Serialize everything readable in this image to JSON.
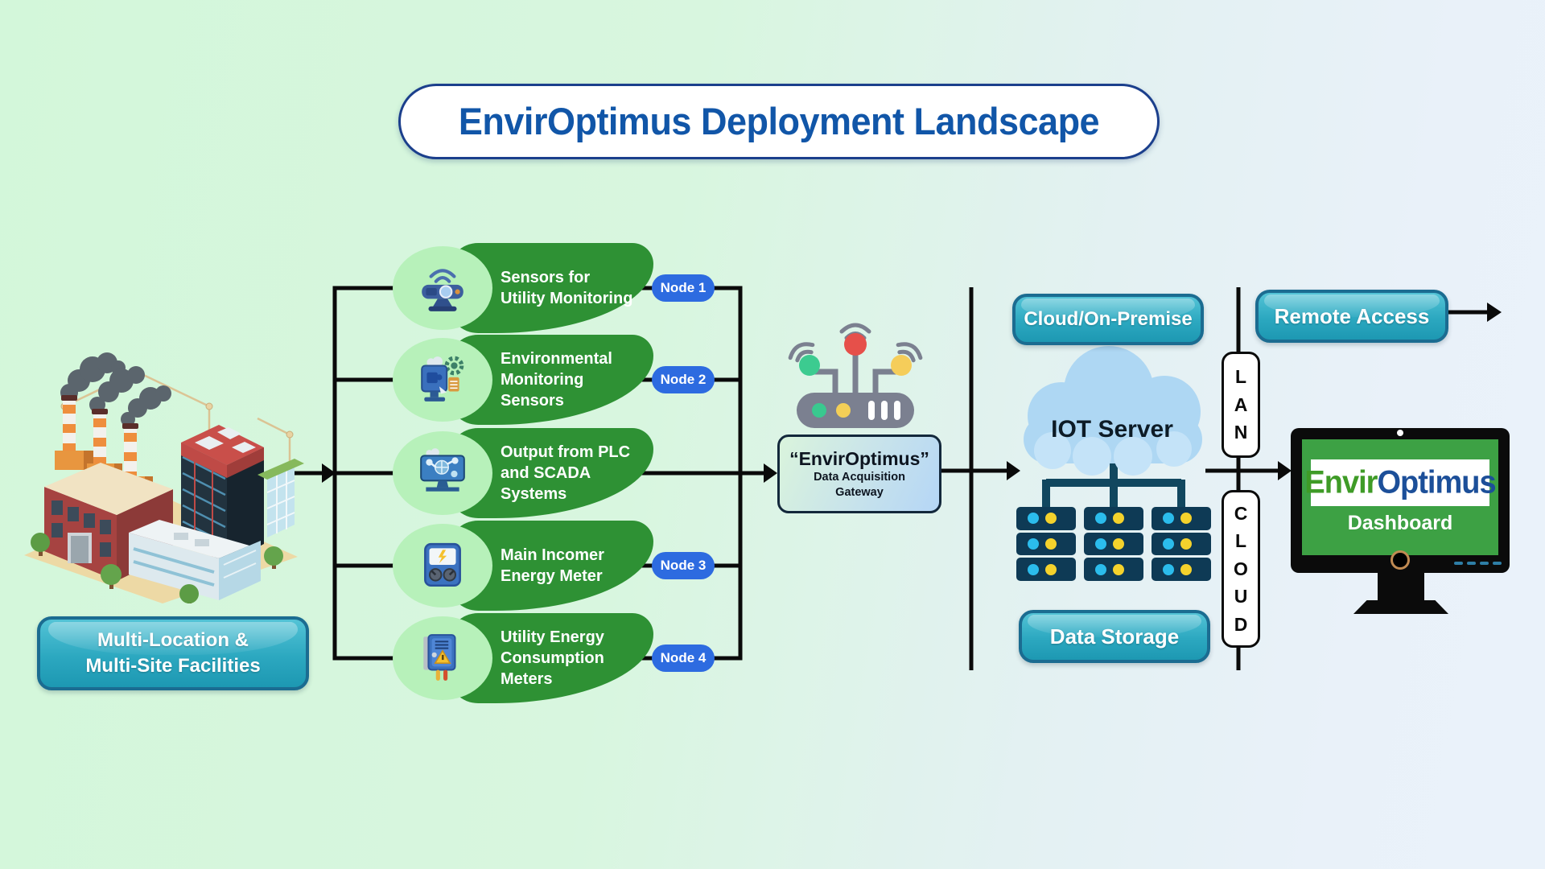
{
  "title": "EnvirOptimus Deployment Landscape",
  "facilities": {
    "label": "Multi-Location &\nMulti-Site Facilities"
  },
  "nodes": [
    {
      "text": "Sensors for\nUtility Monitoring",
      "badge": "Node 1",
      "icon": "camera-sensor-icon"
    },
    {
      "text": "Environmental\nMonitoring\nSensors",
      "badge": "Node 2",
      "icon": "environment-sensor-icon"
    },
    {
      "text": "Output from PLC\nand SCADA\nSystems",
      "icon": "plc-scada-icon"
    },
    {
      "text": "Main Incomer\nEnergy Meter",
      "badge": "Node 3",
      "icon": "energy-meter-icon"
    },
    {
      "text": "Utility Energy\nConsumption\nMeters",
      "badge": "Node 4",
      "icon": "utility-meter-icon"
    }
  ],
  "gateway": {
    "title": "“EnvirOptimus”",
    "line2": "Data Acquisition",
    "line3": "Gateway",
    "icon": "wireless-router-icon"
  },
  "infrastructure": {
    "cloud_on_premise": "Cloud/On-Premise",
    "iot_server": "IOT Server",
    "data_storage": "Data Storage",
    "lan": "LAN",
    "cloud": "CLOUD"
  },
  "remote": {
    "remote_access": "Remote Access"
  },
  "dashboard": {
    "brand_green": "Envir",
    "brand_blue": "Optimus",
    "label": "Dashboard"
  },
  "colors": {
    "background_left": "#d3f7da",
    "background_right": "#eaf2fa",
    "leaf_green": "#2e9134",
    "bubble_green": "#b7f1ba",
    "node_badge_blue": "#2d6be0",
    "teal_pill": "#2ca8c0",
    "pill_border": "#1b6c91",
    "line_black": "#0a0a0a",
    "server_navy": "#0e3a55",
    "server_dot_cyan": "#2bbcec",
    "server_dot_yellow": "#f4d22c",
    "cloud_blue": "#aed7f3",
    "title_blue": "#1156a8",
    "screen_green": "#3da144",
    "brand_green": "#3f9b27",
    "brand_blue": "#1c4f99"
  }
}
